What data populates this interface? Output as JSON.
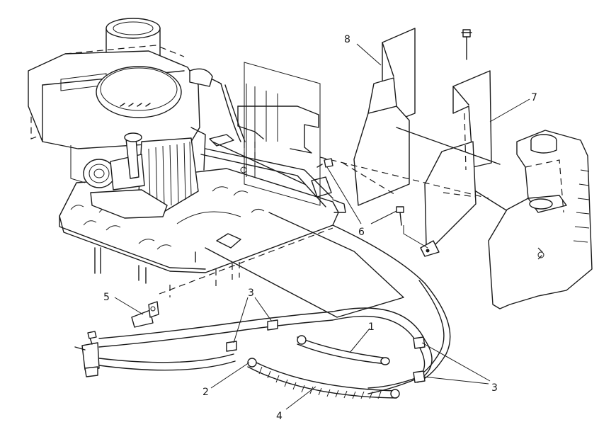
{
  "callouts": {
    "part_1": "1",
    "part_2": "2",
    "part_3_upper": "3",
    "part_3_right": "3",
    "part_4": "4",
    "part_5": "5",
    "part_6": "6",
    "part_7": "7",
    "part_8": "8"
  }
}
